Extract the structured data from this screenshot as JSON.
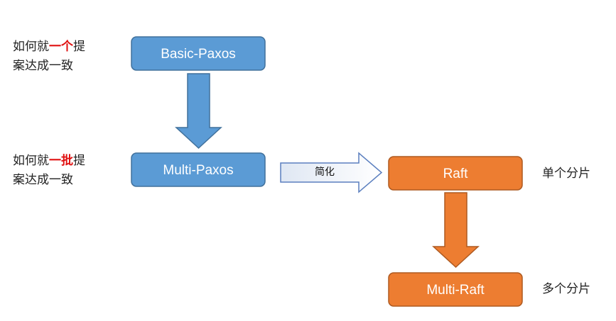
{
  "colors": {
    "blue_fill": "#5b9bd5",
    "blue_stroke": "#41719c",
    "orange_fill": "#ed7d31",
    "orange_stroke": "#ae5a21",
    "highlight": "#e01010"
  },
  "nodes": {
    "basic_paxos": "Basic-Paxos",
    "multi_paxos": "Multi-Paxos",
    "raft": "Raft",
    "multi_raft": "Multi-Raft"
  },
  "left_notes": {
    "one": {
      "pre": "如何就",
      "highlight": "一个",
      "post": "提",
      "line2": "案达成一致"
    },
    "batch": {
      "pre": "如何就",
      "highlight": "一批",
      "post": "提",
      "line2": "案达成一致"
    }
  },
  "right_notes": {
    "single_shard": "单个分片",
    "multi_shard": "多个分片"
  },
  "edges": {
    "simplify_label": "简化"
  }
}
